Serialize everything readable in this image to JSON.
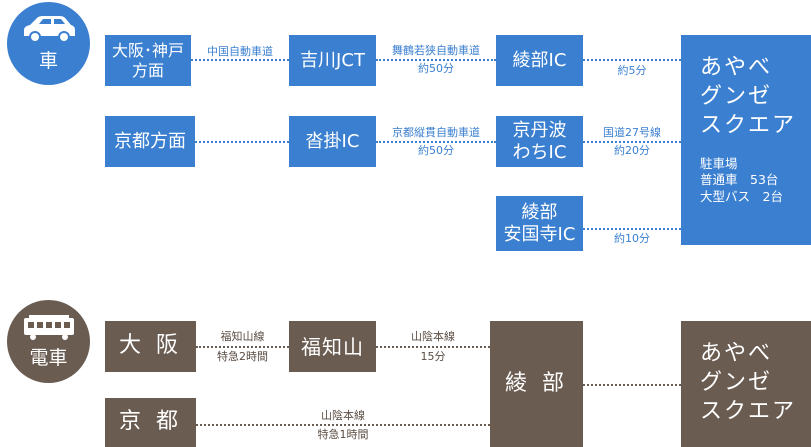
{
  "car": {
    "icon_label": "車",
    "from_osaka": "大阪･神戸\n方面",
    "from_kyoto": "京都方面",
    "yoshikawa": "吉川JCT",
    "kutsukake": "沓掛IC",
    "ayabe_ic": "綾部IC",
    "tamba": "京丹波\nわちIC",
    "ankokuji": "綾部\n安国寺IC",
    "road1": "中国自動車道",
    "road2_name": "舞鶴若狭自動車道",
    "road2_time": "約50分",
    "road3_name": "京都縦貫自動車道",
    "road3_time": "約50分",
    "road4_time": "約5分",
    "road5_name": "国道27号線",
    "road5_time": "約20分",
    "road6_time": "約10分",
    "dest_title": "あやべ\nグンゼ\nスクエア",
    "parking_title": "駐車場",
    "parking_regular": "普通車　53台",
    "parking_bus": "大型バス　2台"
  },
  "train": {
    "icon_label": "電車",
    "osaka": "大 阪",
    "kyoto": "京 都",
    "fukuchiyama": "福知山",
    "ayabe": "綾 部",
    "line1_name": "福知山線",
    "line1_time": "特急2時間",
    "line2_name": "山陰本線",
    "line2_time": "15分",
    "line3_name": "山陰本線",
    "line3_time": "特急1時間",
    "dest_title": "あやべ\nグンゼ\nスクエア"
  },
  "colors": {
    "blue": "#3a7fd0",
    "brown": "#6b5c52"
  },
  "icons": {
    "car": "car-icon",
    "train": "train-icon"
  }
}
